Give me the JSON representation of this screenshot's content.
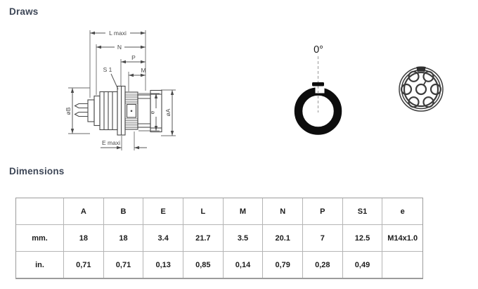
{
  "headings": {
    "draws": "Draws",
    "dimensions": "Dimensions"
  },
  "drawing": {
    "side_view_labels": {
      "l_maxi": "L maxi",
      "n": "N",
      "p": "P",
      "m": "M",
      "s1": "S 1",
      "e_maxi": "E maxi",
      "dia_b": "øB",
      "dia_a": "øA",
      "thread": "e"
    },
    "orientation_label": "0°"
  },
  "table": {
    "headers": [
      "",
      "A",
      "B",
      "E",
      "L",
      "M",
      "N",
      "P",
      "S1",
      "e"
    ],
    "row_mm": [
      "mm.",
      "18",
      "18",
      "3.4",
      "21.7",
      "3.5",
      "20.1",
      "7",
      "12.5",
      "M14x1.0"
    ],
    "row_in": [
      "in.",
      "0,71",
      "0,71",
      "0,13",
      "0,85",
      "0,14",
      "0,79",
      "0,28",
      "0,49",
      ""
    ]
  },
  "colors": {
    "heading": "#3e4757",
    "drawing_line": "#4a4a4a",
    "ring_black": "#0d0d0d",
    "table_border": "#b5b5b5"
  }
}
